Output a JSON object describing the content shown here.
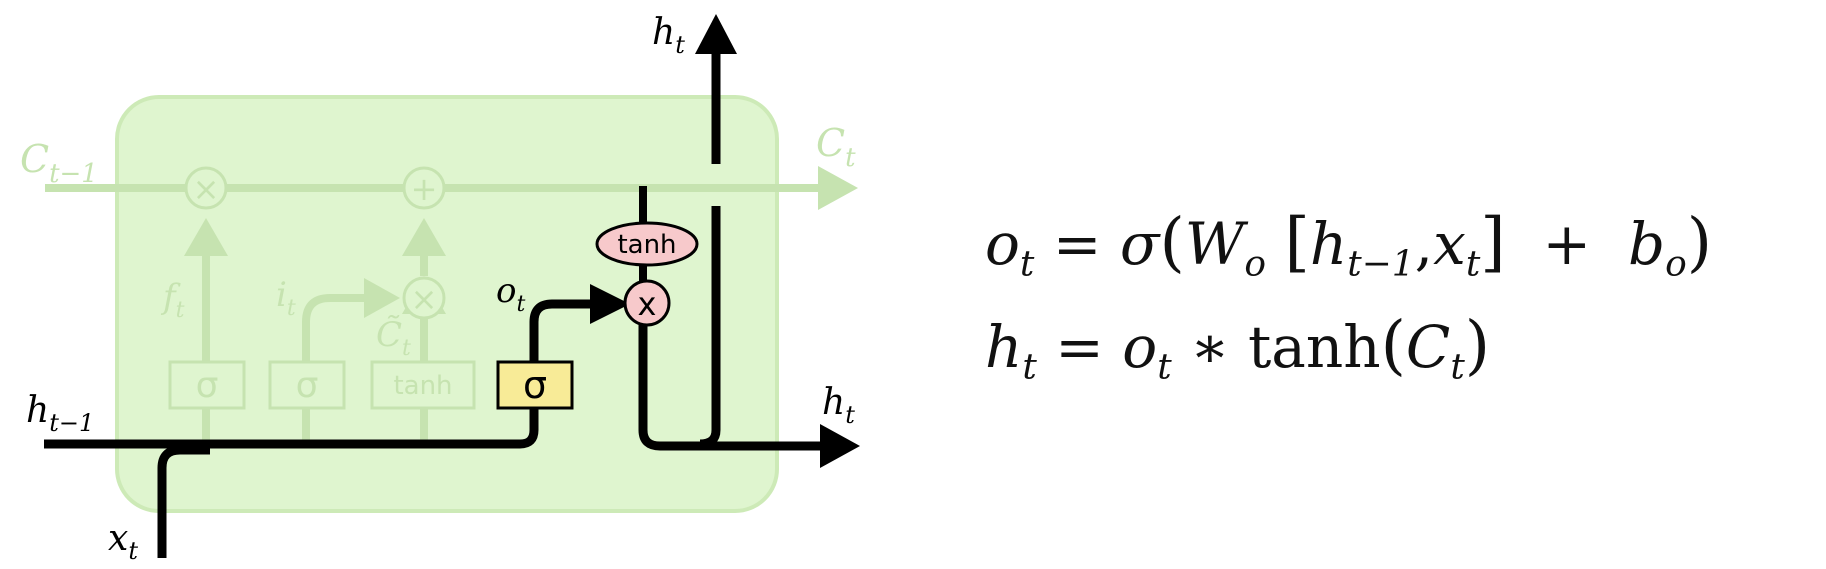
{
  "diagram": {
    "labels": {
      "c_prev_main": "C",
      "c_prev_sub": "t−1",
      "c_t_main": "C",
      "c_t_sub": "t",
      "h_top_main": "h",
      "h_top_sub": "t",
      "h_right_main": "h",
      "h_right_sub": "t",
      "h_prev_main": "h",
      "h_prev_sub": "t−1",
      "x_main": "x",
      "x_sub": "t",
      "f_main": "f",
      "f_sub": "t",
      "i_main": "i",
      "i_sub": "t",
      "ctilde_main": "C̃",
      "ctilde_sub": "t",
      "o_main": "o",
      "o_sub": "t"
    },
    "gates": {
      "forget_sigma": "σ",
      "input_sigma": "σ",
      "candidate_tanh": "tanh",
      "output_sigma": "σ"
    },
    "ops": {
      "forget_multiply": "×",
      "state_add": "+",
      "input_multiply": "×",
      "output_tanh": "tanh",
      "output_multiply": "x"
    },
    "colors": {
      "cell_background": "#dff5cf",
      "faded": "#c6e3b0",
      "highlight_line": "#000000",
      "output_gate_fill": "#f8eb97",
      "pointwise_fill": "#f7c9cb"
    }
  },
  "equations": {
    "eq1": {
      "o": "o",
      "o_sub": "t",
      "eq": "=",
      "sigma": "σ",
      "lparen": "(",
      "W": "W",
      "W_sub": "o",
      "lbrack": "[",
      "h": "h",
      "h_sub": "t−1",
      "comma": ",",
      "x": "x",
      "x_sub": "t",
      "rbrack": "]",
      "plus": "+",
      "b": "b",
      "b_sub": "o",
      "rparen": ")"
    },
    "eq2": {
      "h": "h",
      "h_sub": "t",
      "eq": "=",
      "o": "o",
      "o_sub": "t",
      "star": "∗",
      "tanh": "tanh",
      "lparen": "(",
      "C": "C",
      "C_sub": "t",
      "rparen": ")"
    }
  }
}
